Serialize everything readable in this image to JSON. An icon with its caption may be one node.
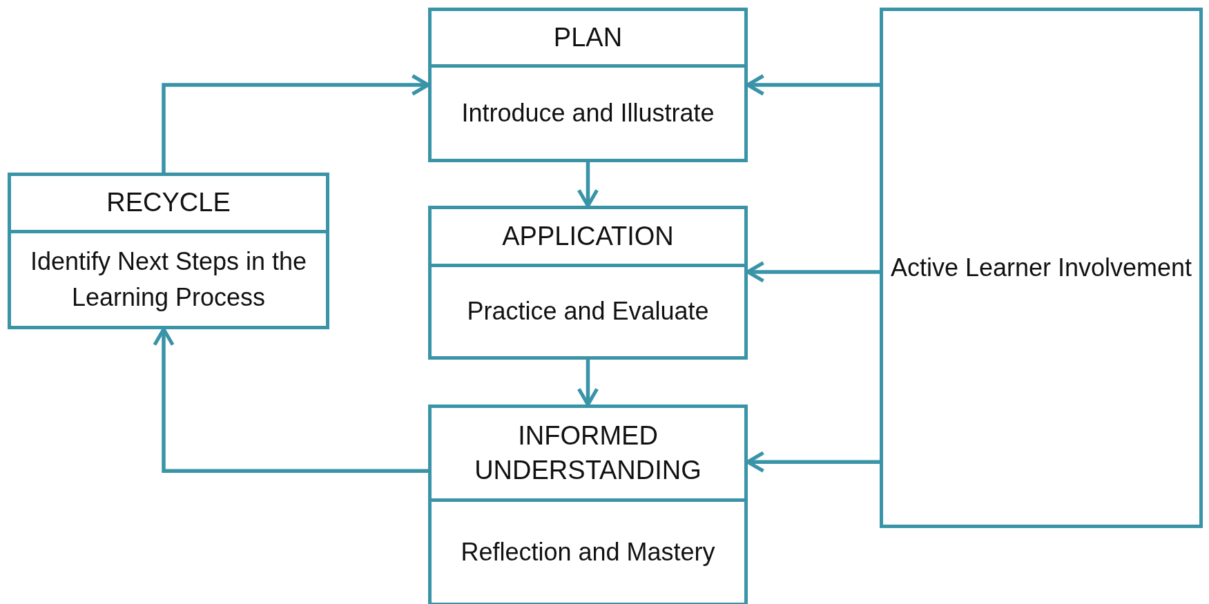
{
  "diagram": {
    "nodes": [
      {
        "text": [
          "PLAN",
          "Introduce and Illustrate"
        ]
      },
      {
        "text": [
          "RECYCLE",
          "Identify Next Steps in the Learning Process"
        ]
      },
      {
        "text": [
          "APPLICATION",
          "Practice and Evaluate"
        ]
      },
      {
        "text": [
          "INFORMED UNDERSTANDING",
          "Reflection and Mastery"
        ]
      },
      {
        "text": [
          "Active Learner Involvement"
        ]
      }
    ],
    "edges": [
      {
        "from": 0,
        "to": 2,
        "arrow": "to"
      },
      {
        "from": 2,
        "to": 3,
        "arrow": "to"
      },
      {
        "from": 3,
        "to": 1,
        "arrow": "to"
      },
      {
        "from": 1,
        "to": 0,
        "arrow": "to"
      },
      {
        "from": 4,
        "to": 0,
        "arrow": "to"
      },
      {
        "from": 4,
        "to": 2,
        "arrow": "to"
      },
      {
        "from": 4,
        "to": 3,
        "arrow": "to"
      }
    ]
  }
}
